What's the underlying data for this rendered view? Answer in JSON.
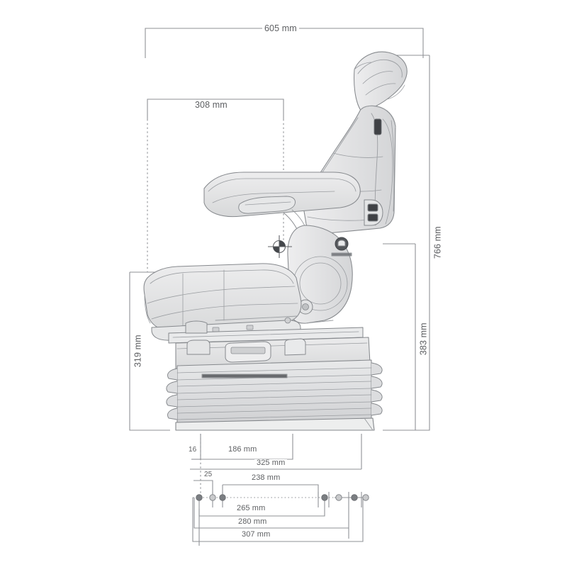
{
  "drawing": {
    "title": "Seat side-view dimensioned technical drawing",
    "units": "mm",
    "line_color": "#8a8d91",
    "text_color": "#5d5f62",
    "fill_light": "#f2f2f2",
    "fill_mid": "#e2e3e4",
    "fill_dark": "#cccdcf",
    "background": "#ffffff"
  },
  "dimensions": {
    "overall_width": {
      "label": "605 mm",
      "value": 605,
      "orientation": "horizontal",
      "position": "top"
    },
    "cushion_front": {
      "label": "308 mm",
      "value": 308,
      "orientation": "horizontal",
      "position": "upper-inner"
    },
    "overall_height": {
      "label": "766 mm",
      "value": 766,
      "orientation": "vertical",
      "position": "right-outer"
    },
    "seat_height": {
      "label": "383 mm",
      "value": 383,
      "orientation": "vertical",
      "position": "right-inner"
    },
    "base_height": {
      "label": "319 mm",
      "value": 319,
      "orientation": "vertical",
      "position": "left"
    },
    "offset_16": {
      "label": "16",
      "value": 16,
      "orientation": "horizontal",
      "position": "bottom"
    },
    "base_front": {
      "label": "186 mm",
      "value": 186,
      "orientation": "horizontal",
      "position": "bottom"
    },
    "base_total": {
      "label": "325 mm",
      "value": 325,
      "orientation": "horizontal",
      "position": "bottom"
    },
    "offset_25": {
      "label": "25",
      "value": 25,
      "orientation": "horizontal",
      "position": "bottom"
    },
    "hole_pitch_238": {
      "label": "238 mm",
      "value": 238,
      "orientation": "horizontal",
      "position": "bottom"
    },
    "hole_pitch_265": {
      "label": "265 mm",
      "value": 265,
      "orientation": "horizontal",
      "position": "bottom"
    },
    "hole_pitch_280": {
      "label": "280 mm",
      "value": 280,
      "orientation": "horizontal",
      "position": "bottom"
    },
    "hole_pitch_307": {
      "label": "307 mm",
      "value": 307,
      "orientation": "horizontal",
      "position": "bottom"
    }
  },
  "annotations": {
    "pivot_marker": "crosshair-pivot-marker",
    "emblem": "manufacturer-emblem",
    "mounting_holes_left_group": 3,
    "mounting_holes_right_group": 4
  }
}
